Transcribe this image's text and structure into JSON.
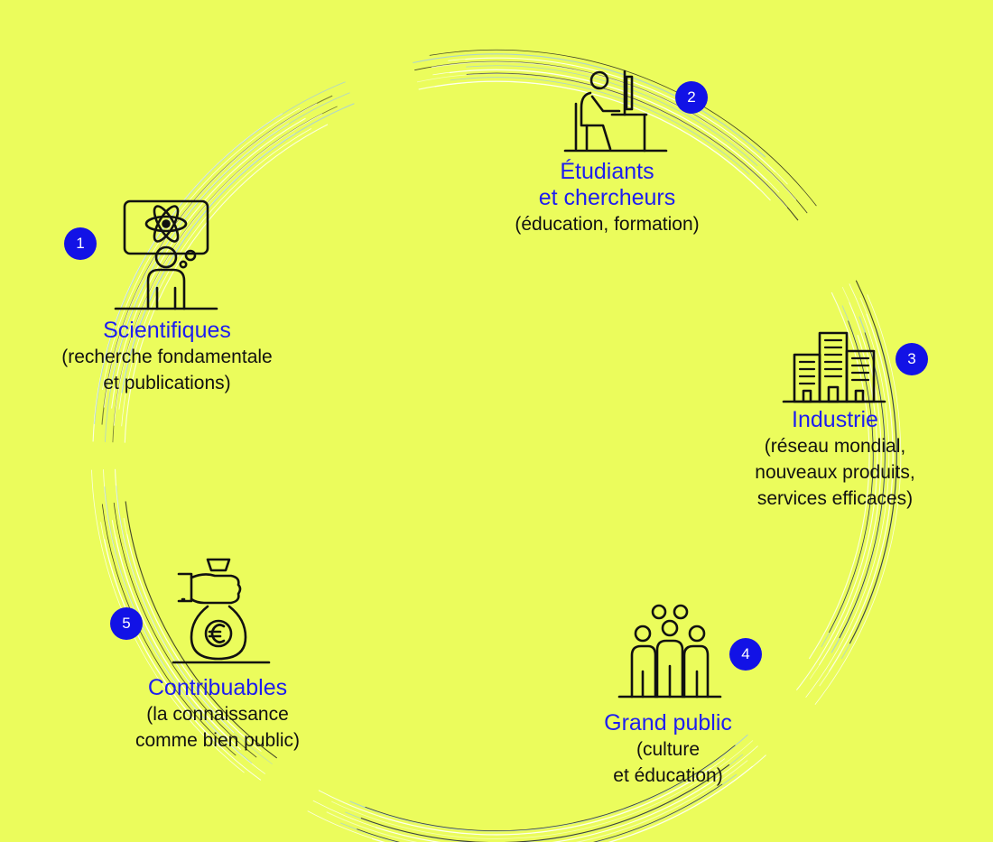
{
  "colors": {
    "background": "#ebfc5c",
    "accent": "#1d1df0",
    "badge": "#1212e6",
    "text": "#111111"
  },
  "nodes": [
    {
      "id": "scientists",
      "number": "1",
      "title": "Scientifiques",
      "desc": [
        "(recherche fondamentale",
        "et publications)"
      ],
      "icon": "scientist-thinking-icon"
    },
    {
      "id": "students",
      "number": "2",
      "title": [
        "Étudiants",
        "et chercheurs"
      ],
      "desc": [
        "(éducation, formation)"
      ],
      "icon": "student-at-computer-icon"
    },
    {
      "id": "industry",
      "number": "3",
      "title": "Industrie",
      "desc": [
        "(réseau mondial,",
        "nouveaux produits,",
        "services efficaces)"
      ],
      "icon": "buildings-icon"
    },
    {
      "id": "public",
      "number": "4",
      "title": "Grand public",
      "desc": [
        "(culture",
        "et éducation)"
      ],
      "icon": "people-group-icon"
    },
    {
      "id": "taxpayers",
      "number": "5",
      "title": "Contribuables",
      "desc": [
        "(la connaissance",
        "comme bien public)"
      ],
      "icon": "hand-money-bag-icon"
    }
  ]
}
